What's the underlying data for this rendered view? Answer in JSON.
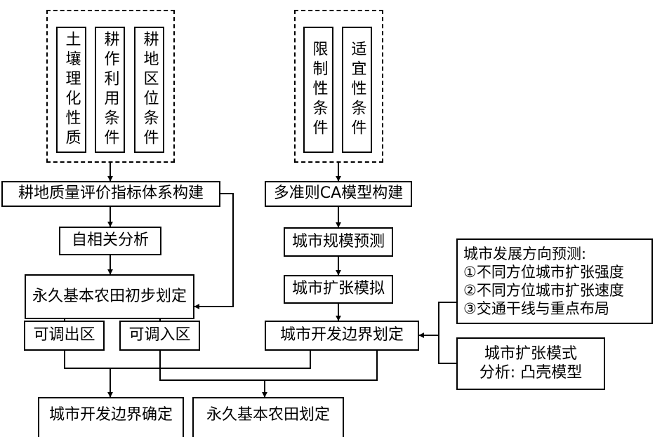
{
  "left_indicators": [
    "土壤理化性质",
    "耕作利用条件",
    "耕地区位条件"
  ],
  "right_conditions": [
    "限制性条件",
    "适宜性条件"
  ],
  "nodes": {
    "farmland_index": "耕地质量评价指标体系构建",
    "autocorrelation": "自相关分析",
    "prelim_delineation": "永久基本农田初步划定",
    "adjust_out": "可调出区",
    "adjust_in": "可调入区",
    "ca_model": "多准则CA模型构建",
    "scale_forecast": "城市规模预测",
    "expansion_sim": "城市扩张模拟",
    "boundary_delineation": "城市开发边界划定",
    "boundary_confirm": "城市开发边界确定",
    "final_farmland": "永久基本农田划定"
  },
  "direction_forecast": {
    "title": "城市发展方向预测:",
    "items": [
      "①不同方位城市扩张强度",
      "②不同方位城市扩张速度",
      "③交通干线与重点布局"
    ]
  },
  "expansion_mode": {
    "line1": "城市扩张模式",
    "line2": "分析: 凸壳模型"
  }
}
